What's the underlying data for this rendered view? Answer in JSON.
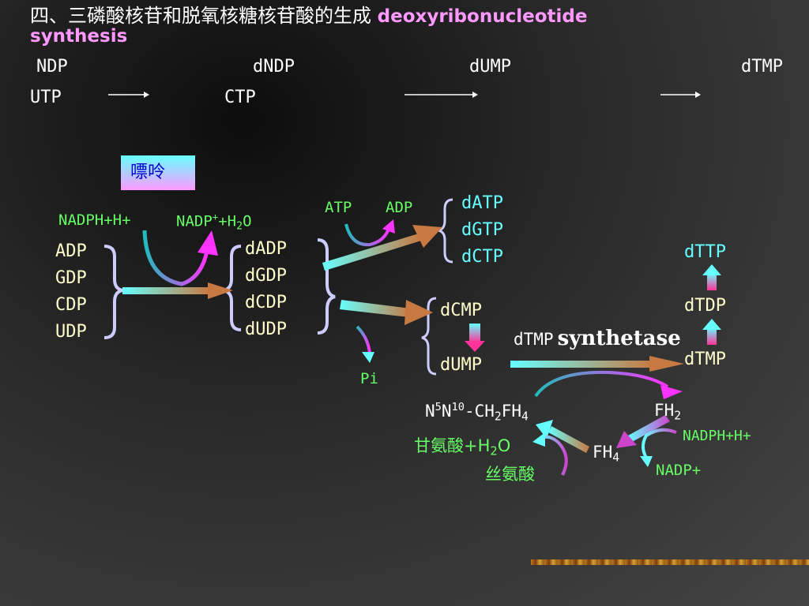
{
  "title": {
    "zh": "四、三磷酸核苷和脱氧核糖核苷酸的生成",
    "en_line1": "deoxyribonucleotide",
    "en_line2": "synthesis"
  },
  "overview": {
    "ndp": "NDP",
    "dndp": "dNDP",
    "dump": "dUMP",
    "dtmp": "dTMP",
    "utp": "UTP",
    "ctp": "CTP"
  },
  "purine_label": "嘌呤",
  "reduction": {
    "cofactor_in": "NADPH+H+",
    "cofactor_out_base": "NADP",
    "cofactor_out_sup": "+",
    "cofactor_out_mid": "+H",
    "cofactor_out_sub": "2",
    "cofactor_out_end": "O",
    "substrates": [
      "ADP",
      "GDP",
      "CDP",
      "UDP"
    ],
    "products": [
      "dADP",
      "dGDP",
      "dCDP",
      "dUDP"
    ]
  },
  "phosphorylation": {
    "atp": "ATP",
    "adp": "ADP",
    "triphosphates": [
      "dATP",
      "dGTP",
      "dCTP"
    ]
  },
  "dephosphorylation": {
    "pi": "Pi",
    "dcmp": "dCMP",
    "dump": "dUMP"
  },
  "thymidylate": {
    "dtmp_label": "dTMP",
    "enzyme": "synthetase",
    "product": "dTMP",
    "dtdp": "dTDP",
    "dttp": "dTTP"
  },
  "folate_cycle": {
    "methylene_n": "N",
    "methylene_5": "5",
    "methylene_n2": "N",
    "methylene_10": "10",
    "methylene_ch": "-CH",
    "methylene_2": "2",
    "methylene_fh": "FH",
    "methylene_4": "4",
    "fh2_base": "FH",
    "fh2_sub": "2",
    "fh4_base": "FH",
    "fh4_sub": "4",
    "glycine_base": "甘氨酸+H",
    "glycine_sub": "2",
    "glycine_end": "O",
    "serine": "丝氨酸",
    "nadph": "NADPH+H+",
    "nadp": "NADP+"
  },
  "colors": {
    "arrow_start": "#66ffff",
    "arrow_end": "#c87941",
    "brace": "#ccccff",
    "magenta": "#ff33ff"
  }
}
